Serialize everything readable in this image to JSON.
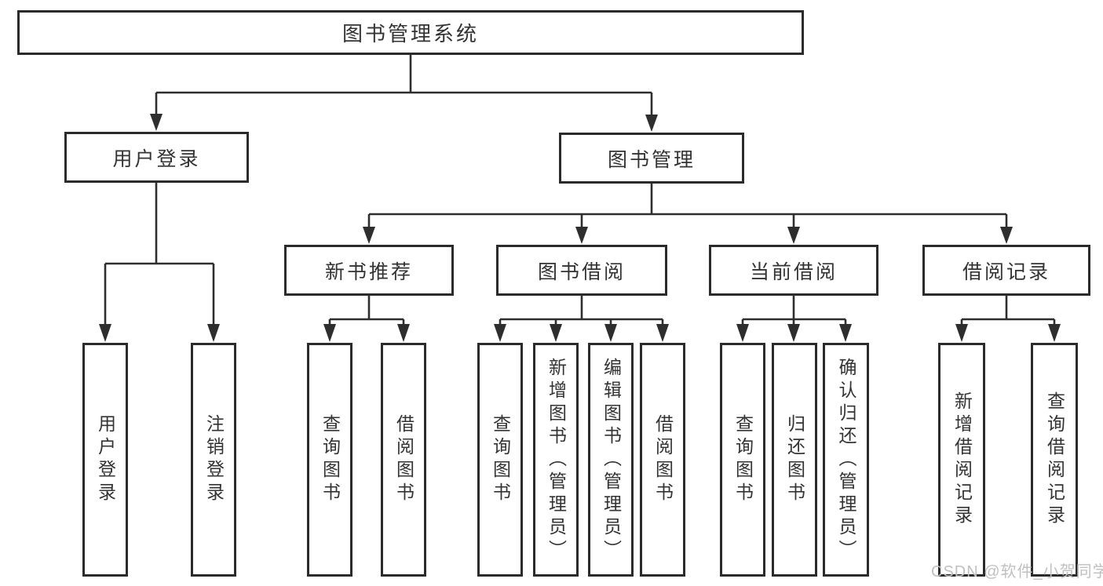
{
  "diagram": {
    "root": {
      "label": "图书管理系统"
    },
    "login": {
      "label": "用户登录",
      "children": [
        {
          "label": "用户登录"
        },
        {
          "label": "注销登录"
        }
      ]
    },
    "management": {
      "label": "图书管理",
      "groups": [
        {
          "label": "新书推荐",
          "children": [
            {
              "label": "查询图书"
            },
            {
              "label": "借阅图书"
            }
          ]
        },
        {
          "label": "图书借阅",
          "children": [
            {
              "label": "查询图书"
            },
            {
              "label": "新增图书（管理员）"
            },
            {
              "label": "编辑图书（管理员）"
            },
            {
              "label": "借阅图书"
            }
          ]
        },
        {
          "label": "当前借阅",
          "children": [
            {
              "label": "查询图书"
            },
            {
              "label": "归还图书"
            },
            {
              "label": "确认归还（管理员）"
            }
          ]
        },
        {
          "label": "借阅记录",
          "children": [
            {
              "label": "新增借阅记录"
            },
            {
              "label": "查询借阅记录"
            }
          ]
        }
      ]
    },
    "colors": {
      "line": "#2e2e2e",
      "box_border": "#2b2b2b",
      "text": "#333333",
      "background": "#ffffff",
      "watermark": "#c0c0c0"
    }
  },
  "watermark": {
    "text": "CSDN @软件_小贺同学"
  }
}
